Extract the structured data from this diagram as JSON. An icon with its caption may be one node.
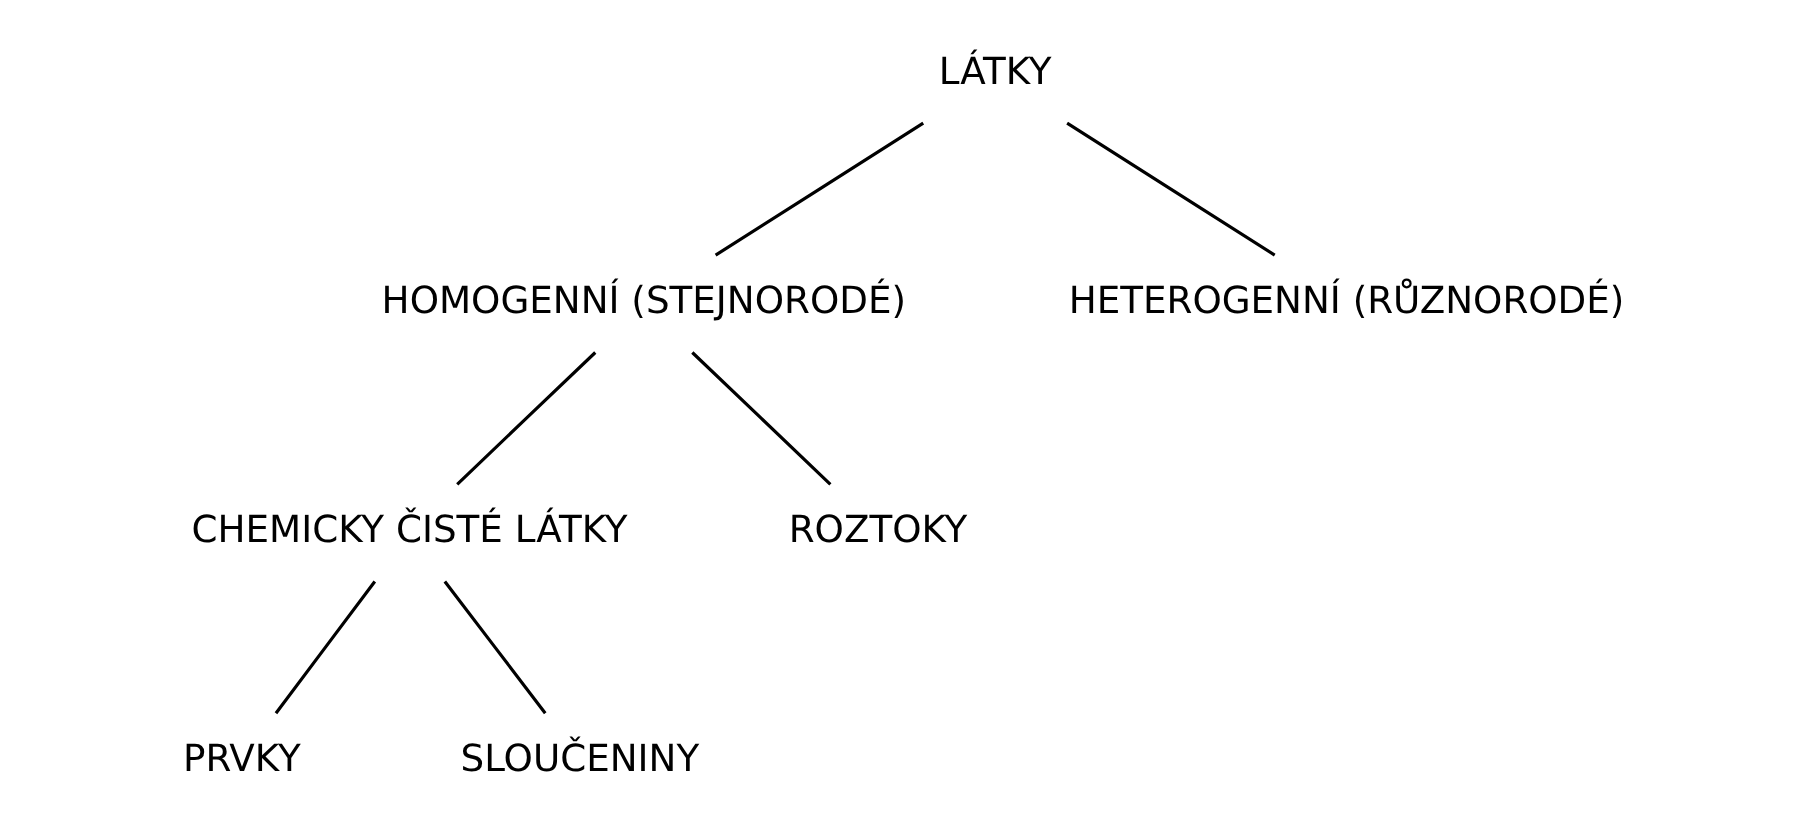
{
  "diagram": {
    "nodes": [
      {
        "text": [
          "LÁTKY"
        ]
      },
      {
        "text": [
          "HOMOGENNÍ (STEJNORODÉ)"
        ]
      },
      {
        "text": [
          "HETEROGENNÍ (RŮZNORODÉ)"
        ]
      },
      {
        "text": [
          "CHEMICKY ČISTÉ LÁTKY"
        ]
      },
      {
        "text": [
          "ROZTOKY"
        ]
      },
      {
        "text": [
          "PRVKY"
        ]
      },
      {
        "text": [
          "SLOUČENINY"
        ]
      }
    ],
    "edges": [
      {
        "from": 0,
        "to": 1,
        "arrow": "none"
      },
      {
        "from": 0,
        "to": 2,
        "arrow": "none"
      },
      {
        "from": 1,
        "to": 3,
        "arrow": "none"
      },
      {
        "from": 1,
        "to": 4,
        "arrow": "none"
      },
      {
        "from": 3,
        "to": 5,
        "arrow": "none"
      },
      {
        "from": 3,
        "to": 6,
        "arrow": "none"
      }
    ]
  }
}
